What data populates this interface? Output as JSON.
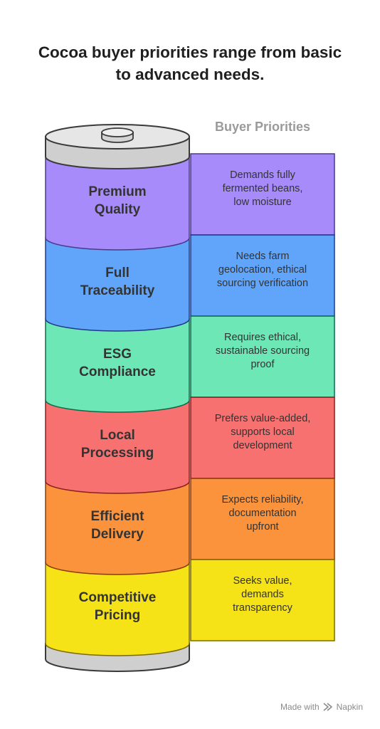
{
  "title": {
    "line1": "Cocoa buyer priorities range from basic",
    "line2": "to advanced needs."
  },
  "legend_title": "Buyer Priorities",
  "levels": [
    {
      "label": [
        "Premium",
        "Quality"
      ],
      "description": [
        "Demands fully",
        "fermented beans,",
        "low moisture"
      ],
      "color": "#a78bfa",
      "color_dark": "#8b6ff0",
      "stroke": "#4a3a8a"
    },
    {
      "label": [
        "Full",
        "Traceability"
      ],
      "description": [
        "Needs farm",
        "geolocation, ethical",
        "sourcing verification"
      ],
      "color": "#60a5fa",
      "color_dark": "#3b82f6",
      "stroke": "#1e3a8a"
    },
    {
      "label": [
        "ESG",
        "Compliance"
      ],
      "description": [
        "Requires ethical,",
        "sustainable sourcing",
        "proof"
      ],
      "color": "#6ee7b7",
      "color_dark": "#34d399",
      "stroke": "#0b6b4a"
    },
    {
      "label": [
        "Local",
        "Processing"
      ],
      "description": [
        "Prefers value-added,",
        "supports local",
        "development"
      ],
      "color": "#f87171",
      "color_dark": "#ef5858",
      "stroke": "#8a1f1f"
    },
    {
      "label": [
        "Efficient",
        "Delivery"
      ],
      "description": [
        "Expects reliability,",
        "documentation",
        "upfront"
      ],
      "color": "#fb923c",
      "color_dark": "#f97a1a",
      "stroke": "#8a3d0a"
    },
    {
      "label": [
        "Competitive",
        "Pricing"
      ],
      "description": [
        "Seeks value,",
        "demands",
        "transparency"
      ],
      "color": "#f5e318",
      "color_dark": "#ecd700",
      "stroke": "#7a6a00"
    }
  ],
  "footer": {
    "made_with": "Made with",
    "brand": "Napkin"
  }
}
